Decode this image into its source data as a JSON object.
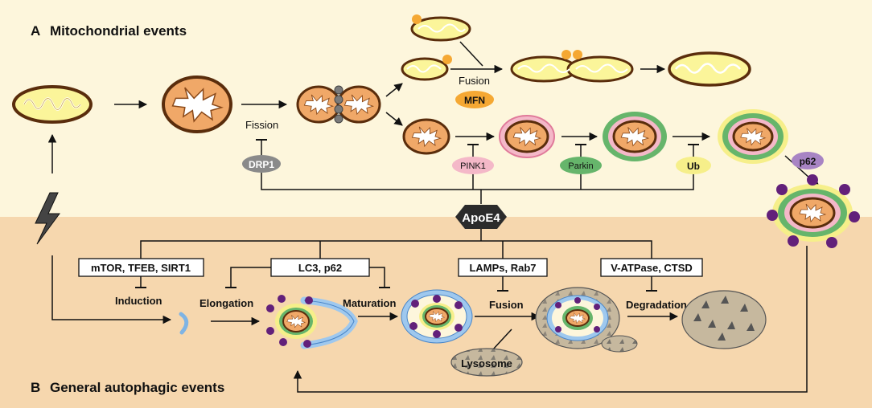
{
  "panel_a": {
    "letter": "A",
    "title": "Mitochondrial events"
  },
  "panel_b": {
    "letter": "B",
    "title": "General autophagic events"
  },
  "mito_labels": {
    "fission": "Fission",
    "fusion": "Fusion",
    "mfn": "MFN",
    "drp1": "DRP1",
    "pink1": "PINK1",
    "parkin": "Parkin",
    "ub": "Ub",
    "p62": "p62"
  },
  "center": {
    "apoe4": "ApoE4"
  },
  "autophagy_labels": {
    "regulators_1": "mTOR, TFEB, SIRT1",
    "regulators_2": "LC3, p62",
    "regulators_3": "LAMPs, Rab7",
    "regulators_4": "V-ATPase, CTSD",
    "induction": "Induction",
    "elongation": "Elongation",
    "maturation": "Maturation",
    "fusion": "Fusion",
    "degradation": "Degradation",
    "lysosome": "Lysosome"
  },
  "colors": {
    "panel_a_bg": "#fdf6dc",
    "panel_b_bg": "#f6d7ae",
    "mito_inner_yellow": "#fbf59a",
    "mito_orange": "#f0a868",
    "outline_brown": "#5a2d0c",
    "drp1_gray": "#8a8a8a",
    "pink1_pink": "#f4b8c8",
    "parkin_green": "#66b56b",
    "ub_yellow": "#f6ef8a",
    "p62_purple": "#62207a",
    "membrane_blue": "#9ec8ee",
    "lysosome_tan": "#c6b89e",
    "apoe4_black": "#2b2b2b",
    "mfn_orange": "#f5a833"
  }
}
